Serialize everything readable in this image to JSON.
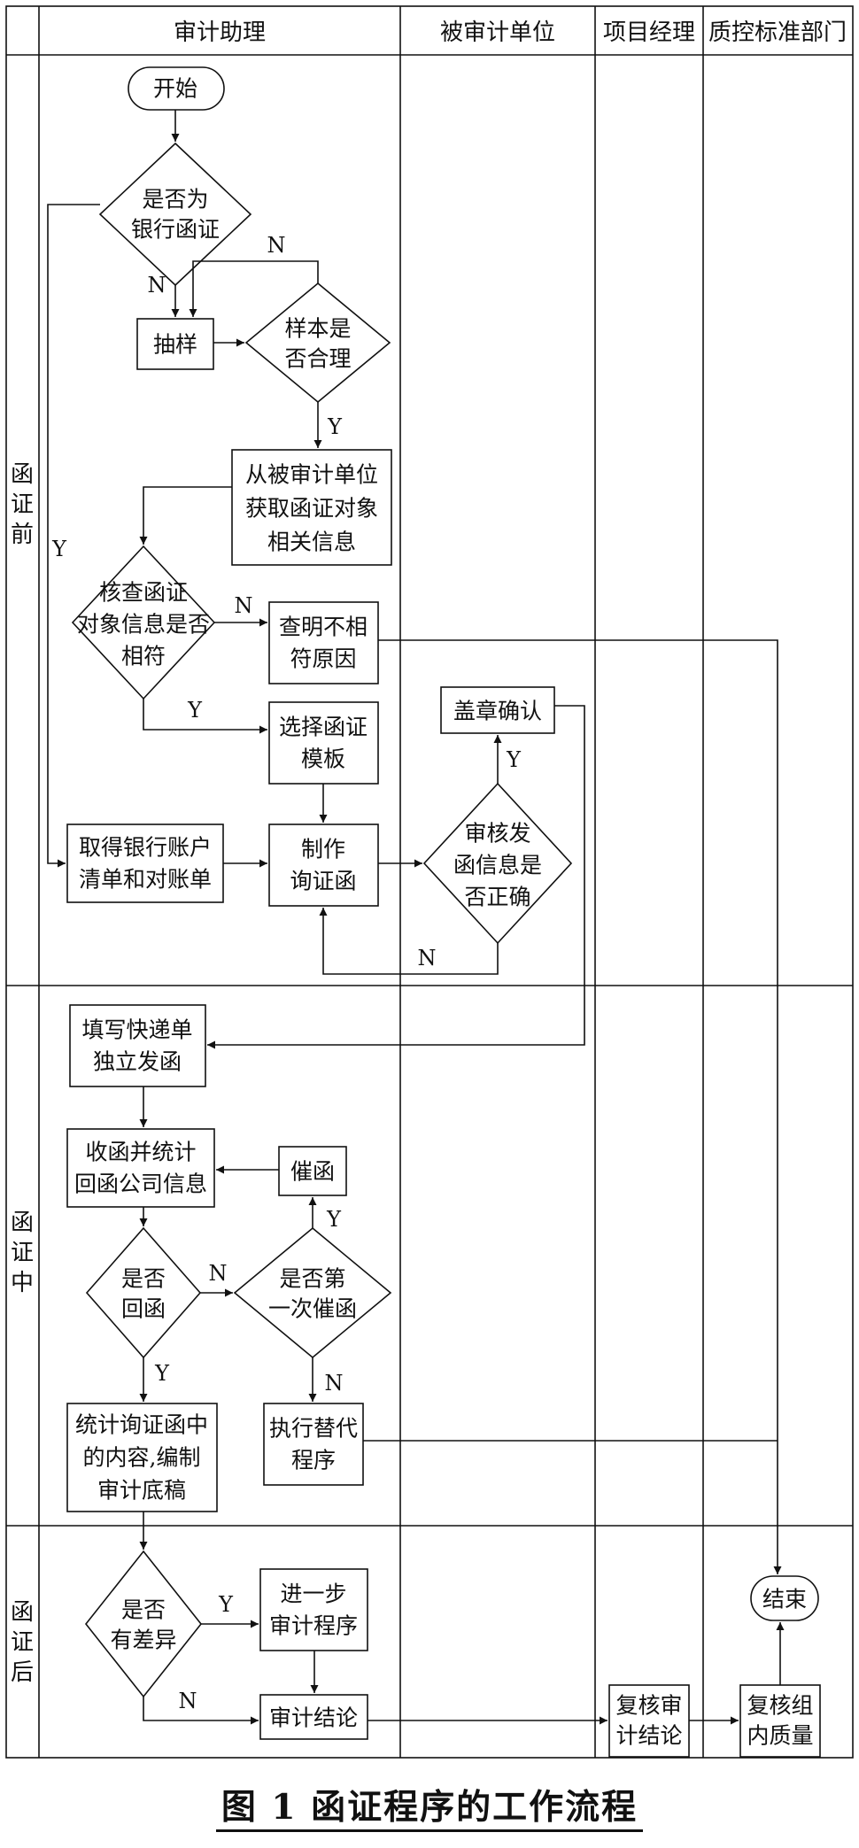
{
  "figure": {
    "caption": "图 1  函证程序的工作流程"
  },
  "lanes": {
    "audit_assistant": "审计助理",
    "audited_unit": "被审计单位",
    "project_manager": "项目经理",
    "qc_department": "质控标准部门"
  },
  "phases": {
    "before": "函证前",
    "during": "函证中",
    "after": "函证后"
  },
  "nodes": {
    "start": "开始",
    "is_bank": "是否为|银行函证",
    "sampling": "抽样",
    "sample_reasonable": "样本是|否合理",
    "obtain_info": "从被审计单位|获取函证对象|相关信息",
    "check_match": "核查函证|对象信息是否|相符",
    "find_reason": "查明不相|符原因",
    "select_template": "选择函证|模板",
    "get_bank_list": "取得银行账户|清单和对账单",
    "make_letter": "制作|询证函",
    "review_info": "审核发|函信息是|否正确",
    "stamp_confirm": "盖章确认",
    "fill_express": "填写快递单|独立发函",
    "collect_letters": "收函并统计|回函公司信息",
    "reminder": "催函",
    "is_replied": "是否|回函",
    "first_reminder": "是否第|一次催函",
    "stat_content": "统计询证函中|的内容,编制|审计底稿",
    "alt_procedure": "执行替代|程序",
    "has_diff": "是否|有差异",
    "further_procedure": "进一步|审计程序",
    "audit_conclusion": "审计结论",
    "review_conclusion": "复核审|计结论",
    "review_quality": "复核组|内质量",
    "end": "结束"
  },
  "edge_labels": {
    "yes": "Y",
    "no": "N"
  }
}
